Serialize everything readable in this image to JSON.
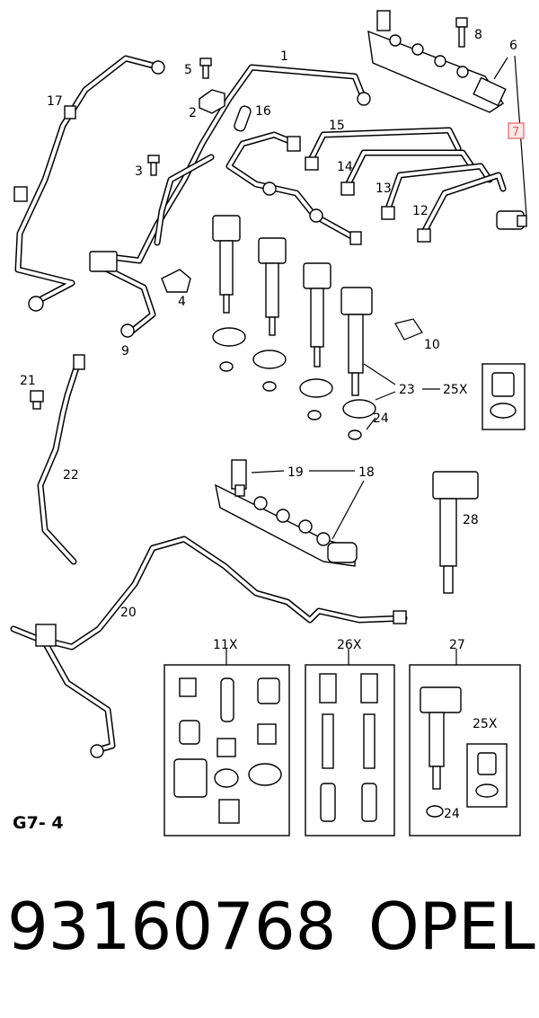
{
  "labels": {
    "l1": "1",
    "l2": "2",
    "l3": "3",
    "l4": "4",
    "l5": "5",
    "l6": "6",
    "l7": "7",
    "l8": "8",
    "l9": "9",
    "l10": "10",
    "l12": "12",
    "l13": "13",
    "l14": "14",
    "l15": "15",
    "l16": "16",
    "l17": "17",
    "l18": "18",
    "l19": "19",
    "l20": "20",
    "l21": "21",
    "l22": "22",
    "l23": "23",
    "l24a": "24",
    "l24b": "24",
    "l25xa": "25X",
    "l25xb": "25X",
    "l26x": "26X",
    "l27": "27",
    "l28": "28",
    "l11x": "11X"
  },
  "page_code": "G7- 4",
  "part_number": "93160768",
  "brand": "OPEL",
  "highlight_color": "#e06060"
}
